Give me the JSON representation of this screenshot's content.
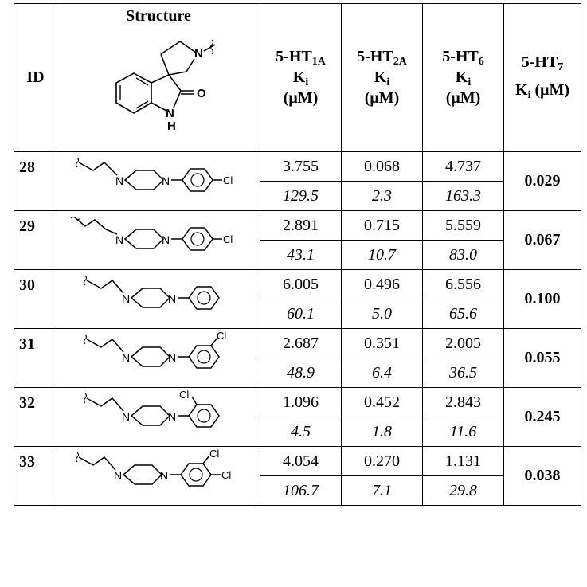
{
  "header": {
    "id": "ID",
    "structure": "Structure",
    "core_labels": {
      "n": "N",
      "nh_n": "N",
      "nh_h": "H",
      "o": "O"
    },
    "ht1a": {
      "line1": "5-HT",
      "sub1": "1A",
      "line2": "K",
      "sub2": "i",
      "line3": "(μM)"
    },
    "ht2a": {
      "line1": "5-HT",
      "sub1": "2A",
      "line2": "K",
      "sub2": "i",
      "line3": "(μM)"
    },
    "ht6": {
      "line1": "5-HT",
      "sub1": "6",
      "line2": "K",
      "sub2": "i",
      "line3": "(μM)"
    },
    "ht7": {
      "line1": "5-HT",
      "sub1": "7",
      "line2": "K",
      "sub2": "i",
      "line3": " (μM)"
    }
  },
  "rows": [
    {
      "id": "28",
      "ki": [
        "3.755",
        "0.068",
        "4.737"
      ],
      "sel": [
        "129.5",
        "2.3",
        "163.3"
      ],
      "ht7": "0.029",
      "labels": {
        "n1": "N",
        "n2": "N",
        "cl": "Cl"
      }
    },
    {
      "id": "29",
      "ki": [
        "2.891",
        "0.715",
        "5.559"
      ],
      "sel": [
        "43.1",
        "10.7",
        "83.0"
      ],
      "ht7": "0.067",
      "labels": {
        "n1": "N",
        "n2": "N",
        "cl": "Cl"
      }
    },
    {
      "id": "30",
      "ki": [
        "6.005",
        "0.496",
        "6.556"
      ],
      "sel": [
        "60.1",
        "5.0",
        "65.6"
      ],
      "ht7": "0.100",
      "labels": {
        "n1": "N",
        "n2": "N"
      }
    },
    {
      "id": "31",
      "ki": [
        "2.687",
        "0.351",
        "2.005"
      ],
      "sel": [
        "48.9",
        "6.4",
        "36.5"
      ],
      "ht7": "0.055",
      "labels": {
        "n1": "N",
        "n2": "N",
        "cl": "Cl"
      }
    },
    {
      "id": "32",
      "ki": [
        "1.096",
        "0.452",
        "2.843"
      ],
      "sel": [
        "4.5",
        "1.8",
        "11.6"
      ],
      "ht7": "0.245",
      "labels": {
        "n1": "N",
        "n2": "N",
        "cl": "Cl"
      }
    },
    {
      "id": "33",
      "ki": [
        "4.054",
        "0.270",
        "1.131"
      ],
      "sel": [
        "106.7",
        "7.1",
        "29.8"
      ],
      "ht7": "0.038",
      "labels": {
        "n1": "N",
        "n2": "N",
        "cl1": "Cl",
        "cl2": "Cl"
      }
    }
  ]
}
